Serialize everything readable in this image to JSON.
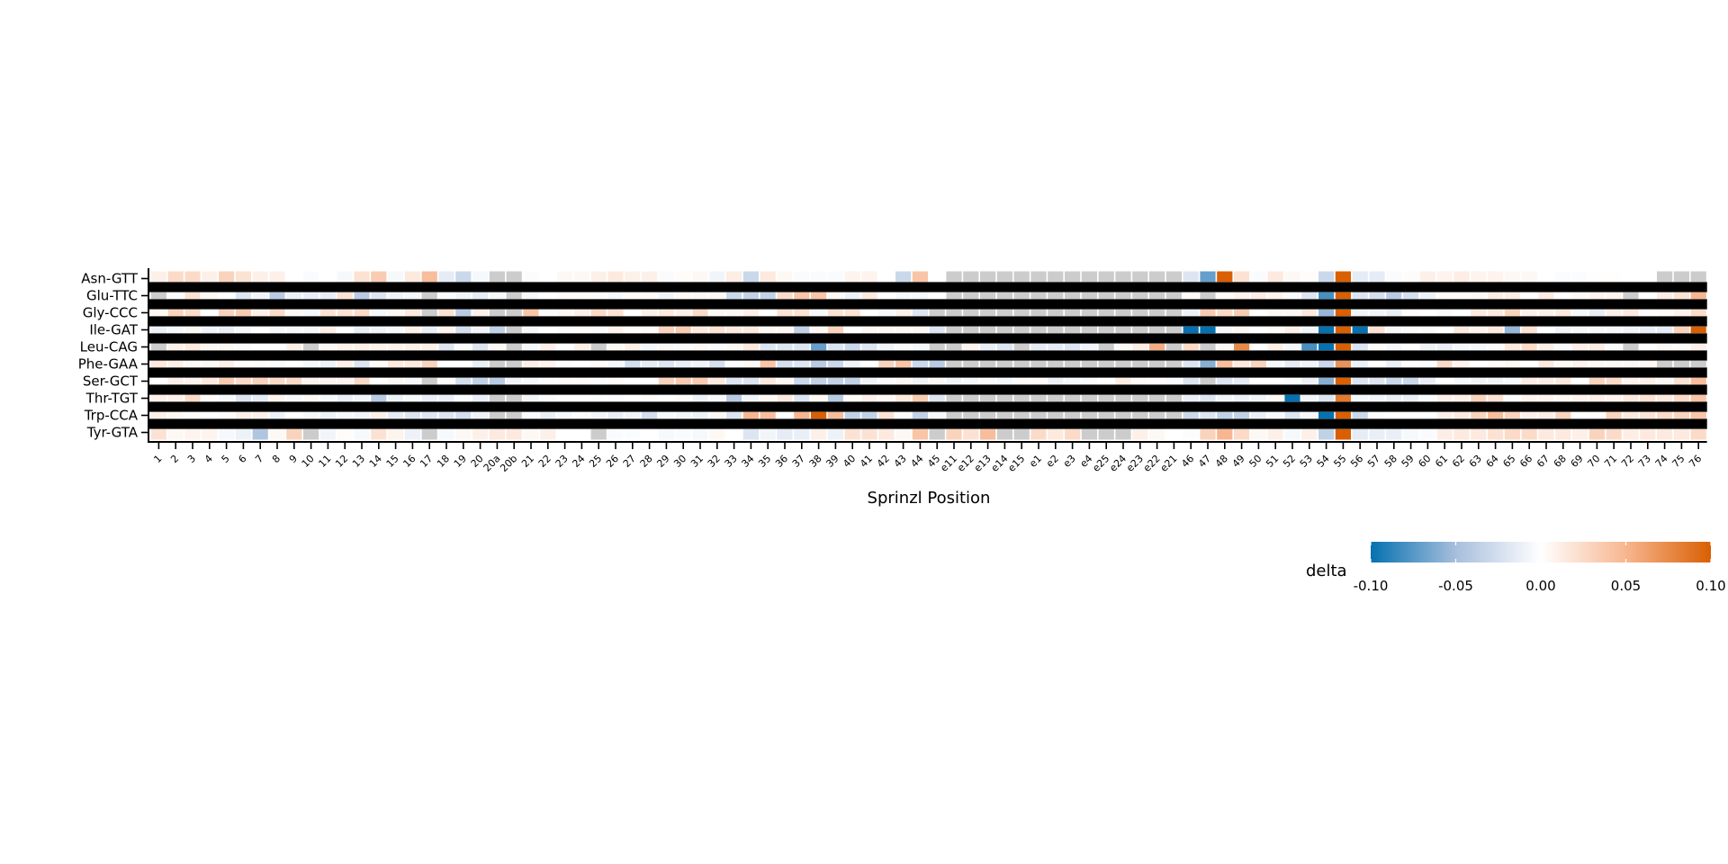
{
  "chart_data": {
    "type": "heatmap",
    "xlabel": "Sprinzl Position",
    "ylabel": "",
    "x": [
      "1",
      "2",
      "3",
      "4",
      "5",
      "6",
      "7",
      "8",
      "9",
      "10",
      "11",
      "12",
      "13",
      "14",
      "15",
      "16",
      "17",
      "18",
      "19",
      "20",
      "20a",
      "20b",
      "21",
      "22",
      "23",
      "24",
      "25",
      "26",
      "27",
      "28",
      "29",
      "30",
      "31",
      "32",
      "33",
      "34",
      "35",
      "36",
      "37",
      "38",
      "39",
      "40",
      "41",
      "42",
      "43",
      "44",
      "45",
      "e11",
      "e12",
      "e13",
      "e14",
      "e15",
      "e1",
      "e2",
      "e3",
      "e4",
      "e25",
      "e24",
      "e23",
      "e22",
      "e21",
      "46",
      "47",
      "48",
      "49",
      "50",
      "51",
      "52",
      "53",
      "54",
      "55",
      "56",
      "57",
      "58",
      "59",
      "60",
      "61",
      "62",
      "63",
      "64",
      "65",
      "66",
      "67",
      "68",
      "69",
      "70",
      "71",
      "72",
      "73",
      "74",
      "75",
      "76"
    ],
    "y": [
      "Asn-GTT",
      "Glu-TTC",
      "Gly-CCC",
      "Ile-GAT",
      "Leu-CAG",
      "Phe-GAA",
      "Ser-GCT",
      "Thr-TGT",
      "Trp-CCA",
      "Tyr-GTA"
    ],
    "values": [
      [
        0.01,
        0.025,
        0.025,
        0.01,
        0.03,
        0.02,
        0.01,
        0.01,
        0,
        -0.003,
        0,
        -0.005,
        0.02,
        0.035,
        -0.005,
        0.015,
        0.045,
        -0.015,
        -0.03,
        -0.005,
        null,
        null,
        -0.002,
        0,
        0.005,
        0.005,
        0.01,
        0.015,
        0.01,
        0.01,
        -0.003,
        0.003,
        0.005,
        -0.008,
        0.012,
        -0.03,
        0.015,
        0.005,
        -0.003,
        -0.003,
        -0.003,
        0.008,
        0.008,
        0,
        -0.03,
        0.04,
        0,
        null,
        null,
        null,
        null,
        null,
        null,
        null,
        null,
        null,
        null,
        null,
        null,
        null,
        null,
        -0.02,
        -0.07,
        0.1,
        0.02,
        -0.003,
        0.015,
        0.005,
        0.002,
        -0.03,
        0.1,
        -0.015,
        -0.015,
        -0.003,
        0.003,
        0.01,
        0.008,
        0.012,
        0.008,
        0.008,
        0.005,
        0.005,
        0,
        -0.002,
        -0.002,
        0.001,
        0.001,
        0,
        0,
        null,
        null,
        null
      ],
      [
        null,
        -0.003,
        0.02,
        0.005,
        0,
        -0.02,
        -0.008,
        -0.04,
        -0.01,
        -0.012,
        -0.012,
        0.02,
        -0.04,
        -0.02,
        -0.008,
        -0.005,
        null,
        -0.003,
        -0.008,
        -0.015,
        -0.005,
        null,
        -0.005,
        0,
        0.003,
        0.003,
        -0.003,
        -0.005,
        0.003,
        0.003,
        -0.008,
        0.005,
        0.005,
        0.005,
        -0.03,
        -0.035,
        -0.035,
        0.025,
        0.04,
        0.04,
        0.005,
        -0.01,
        0.015,
        0,
        -0.005,
        -0.005,
        0,
        null,
        null,
        null,
        null,
        null,
        null,
        null,
        null,
        null,
        null,
        null,
        null,
        null,
        null,
        0.003,
        null,
        0.003,
        0.008,
        0.012,
        0.008,
        -0.003,
        -0.02,
        -0.08,
        0.1,
        -0.02,
        -0.025,
        -0.04,
        -0.025,
        -0.01,
        0.003,
        0.003,
        0.005,
        0.012,
        0.012,
        0,
        0.012,
        0,
        0.005,
        0.008,
        0.008,
        null,
        0,
        0.012,
        0.02,
        0.05
      ],
      [
        0.005,
        0.03,
        0.025,
        0,
        0.03,
        0.035,
        0.01,
        0.025,
        0.005,
        -0.005,
        0.02,
        0.02,
        0.025,
        -0.005,
        0.005,
        0.015,
        null,
        0.02,
        -0.04,
        0.01,
        null,
        null,
        0.04,
        -0.002,
        0.005,
        0.01,
        0.025,
        0.02,
        0,
        0.01,
        0.015,
        0.01,
        0.025,
        0.005,
        0.005,
        0.01,
        0,
        0.02,
        0.02,
        -0.005,
        0.02,
        0.02,
        0,
        -0.005,
        0.01,
        -0.02,
        null,
        null,
        null,
        null,
        null,
        null,
        null,
        null,
        null,
        null,
        null,
        null,
        null,
        null,
        null,
        -0.01,
        0.035,
        0.025,
        0.035,
        0,
        0.005,
        0.005,
        0.015,
        -0.055,
        0.1,
        -0.008,
        -0.008,
        -0.012,
        0.002,
        0,
        -0.003,
        0,
        0.015,
        0.015,
        0.03,
        0.01,
        0.01,
        0.015,
        -0.005,
        -0.012,
        0.01,
        0.015,
        0.002,
        0.003,
        0.008,
        0.025
      ],
      [
        -0.01,
        -0.005,
        0.005,
        -0.008,
        -0.012,
        -0.005,
        0,
        -0.005,
        -0.005,
        -0.005,
        0.01,
        0,
        -0.012,
        -0.008,
        -0.005,
        0.01,
        -0.012,
        0.008,
        -0.025,
        -0.008,
        -0.035,
        null,
        -0.005,
        0,
        -0.002,
        0.003,
        -0.003,
        0.008,
        0.003,
        0.003,
        0.03,
        0.035,
        0.015,
        0.02,
        0.015,
        0.015,
        0.005,
        0.005,
        -0.035,
        0.005,
        0.03,
        0,
        0.005,
        0.005,
        0.005,
        0.005,
        -0.02,
        null,
        null,
        null,
        null,
        null,
        null,
        null,
        null,
        null,
        null,
        null,
        null,
        null,
        null,
        -0.1,
        -0.1,
        -0.005,
        0.005,
        0,
        0.003,
        0.01,
        -0.008,
        -0.1,
        0.1,
        -0.1,
        0.02,
        -0.005,
        -0.003,
        -0.003,
        0,
        0.015,
        0.008,
        0.015,
        -0.055,
        0.02,
        0,
        -0.008,
        -0.005,
        -0.005,
        -0.005,
        -0.008,
        -0.012,
        -0.015,
        0.03,
        0.1
      ],
      [
        null,
        0.01,
        0.015,
        0.005,
        0.005,
        -0.003,
        0,
        0,
        0.01,
        null,
        0.005,
        0.008,
        0.01,
        0.008,
        0.008,
        0.01,
        0.01,
        -0.02,
        -0.003,
        -0.02,
        0.005,
        null,
        -0.005,
        0.01,
        0,
        0.01,
        null,
        0.005,
        0.01,
        -0.005,
        0.005,
        -0.003,
        0.005,
        -0.003,
        0.005,
        0.015,
        -0.02,
        -0.02,
        -0.02,
        -0.07,
        -0.02,
        -0.03,
        -0.02,
        -0.008,
        -0.003,
        -0.005,
        null,
        null,
        0.008,
        -0.012,
        -0.02,
        null,
        -0.015,
        -0.015,
        -0.02,
        -0.008,
        null,
        0.005,
        0.012,
        0.055,
        null,
        0.025,
        null,
        0.005,
        0.075,
        0,
        0.01,
        -0.005,
        -0.08,
        -0.1,
        0.1,
        -0.02,
        0.003,
        -0.005,
        0,
        -0.01,
        -0.012,
        -0.005,
        -0.005,
        -0.003,
        0.015,
        0.025,
        0.01,
        -0.003,
        0.01,
        0.012,
        -0.003,
        null,
        0,
        0.005,
        0.003,
        0.01
      ],
      [
        0.015,
        0.01,
        0.005,
        0.005,
        0.01,
        0.003,
        0.003,
        -0.003,
        0,
        -0.005,
        -0.01,
        0.01,
        -0.02,
        0.003,
        0.015,
        0.015,
        0.03,
        0,
        0,
        -0.012,
        null,
        null,
        0.01,
        0.008,
        -0.002,
        0,
        0.003,
        -0.005,
        -0.025,
        -0.015,
        -0.02,
        -0.012,
        -0.008,
        -0.025,
        -0.003,
        0.005,
        0.04,
        -0.025,
        -0.02,
        -0.04,
        -0.03,
        -0.008,
        0,
        0.03,
        0.04,
        -0.03,
        -0.04,
        null,
        null,
        null,
        null,
        null,
        null,
        null,
        null,
        null,
        null,
        null,
        null,
        null,
        null,
        -0.02,
        -0.06,
        0.045,
        0.015,
        0.03,
        -0.005,
        -0.015,
        -0.008,
        -0.03,
        0.07,
        -0.01,
        0,
        -0.01,
        0.002,
        -0.003,
        0.025,
        0.008,
        0,
        0.003,
        0.005,
        0,
        0.015,
        0.005,
        0.008,
        0.005,
        0.005,
        0.005,
        0.005,
        null,
        null,
        null
      ],
      [
        0,
        0.01,
        0.008,
        0.015,
        0.035,
        0.025,
        0.03,
        0.025,
        0.025,
        0.008,
        0.008,
        0.008,
        0.025,
        0,
        0.005,
        -0.005,
        null,
        0.003,
        -0.025,
        -0.035,
        -0.04,
        -0.008,
        -0.005,
        -0.002,
        0.003,
        0.003,
        -0.002,
        0.003,
        0,
        0,
        0.03,
        0.035,
        0.035,
        0.015,
        -0.02,
        -0.02,
        0.015,
        0.005,
        -0.03,
        -0.035,
        -0.035,
        -0.035,
        -0.008,
        -0.003,
        0.005,
        -0.008,
        0.005,
        -0.008,
        -0.005,
        -0.003,
        -0.005,
        0.003,
        0.003,
        -0.01,
        -0.005,
        -0.003,
        0,
        0.012,
        0.003,
        0.002,
        -0.003,
        -0.02,
        null,
        -0.02,
        -0.015,
        0,
        0,
        -0.003,
        -0.01,
        -0.06,
        0.1,
        -0.02,
        -0.02,
        -0.03,
        -0.03,
        -0.012,
        0,
        -0.005,
        -0.008,
        -0.008,
        -0.005,
        0.012,
        0.012,
        0.015,
        0,
        0.03,
        0.025,
        0.008,
        0.01,
        0.005,
        0.02,
        0.045
      ],
      [
        0.01,
        0.01,
        0.025,
        0.003,
        -0.005,
        -0.02,
        -0.015,
        0.008,
        -0.005,
        0.005,
        -0.005,
        -0.012,
        -0.008,
        -0.04,
        -0.01,
        -0.005,
        -0.012,
        -0.012,
        -0.003,
        -0.012,
        null,
        null,
        -0.008,
        -0.003,
        0,
        0,
        -0.002,
        -0.003,
        0,
        0.003,
        0,
        0.003,
        -0.01,
        -0.005,
        -0.04,
        -0.008,
        0.005,
        0.015,
        -0.02,
        0.005,
        -0.04,
        0.003,
        0.01,
        0.005,
        0.015,
        0.035,
        -0.02,
        null,
        null,
        null,
        null,
        null,
        null,
        null,
        null,
        null,
        null,
        null,
        null,
        null,
        null,
        -0.012,
        -0.02,
        -0.008,
        -0.01,
        -0.008,
        0.005,
        -0.1,
        -0.008,
        -0.02,
        0.085,
        -0.005,
        -0.008,
        -0.012,
        -0.012,
        -0.003,
        0.01,
        0.01,
        0.03,
        0.02,
        -0.003,
        0.008,
        0.008,
        0.005,
        0.008,
        0.01,
        0.008,
        0.015,
        0.02,
        0.015,
        0.025,
        0.04
      ],
      [
        0.01,
        0.005,
        0.003,
        0,
        0.003,
        0.01,
        0.01,
        -0.01,
        0,
        -0.005,
        -0.01,
        -0.005,
        -0.008,
        0.01,
        -0.015,
        -0.02,
        -0.02,
        -0.02,
        -0.025,
        -0.01,
        null,
        null,
        -0.003,
        -0.012,
        -0.005,
        -0.003,
        -0.008,
        -0.012,
        -0.008,
        -0.025,
        -0.005,
        -0.008,
        -0.01,
        0.005,
        -0.02,
        0.05,
        0.045,
        0,
        0.05,
        0.1,
        0.045,
        -0.035,
        -0.035,
        0.02,
        -0.003,
        -0.035,
        -0.005,
        null,
        null,
        null,
        null,
        null,
        null,
        null,
        null,
        null,
        null,
        null,
        null,
        null,
        null,
        -0.03,
        -0.02,
        -0.035,
        -0.035,
        -0.012,
        -0.005,
        -0.02,
        -0.005,
        -0.1,
        0.1,
        -0.03,
        -0.002,
        0,
        0,
        0,
        0.01,
        0.015,
        0.03,
        0.045,
        0.03,
        0.01,
        0.012,
        0.03,
        0,
        0.002,
        0.03,
        0.015,
        0.02,
        0.025,
        0.03,
        0.04
      ],
      [
        0.02,
        0.005,
        0.008,
        0.008,
        -0.005,
        -0.01,
        -0.045,
        0.005,
        0.03,
        null,
        -0.008,
        0.003,
        -0.005,
        0.02,
        0.008,
        -0.01,
        null,
        -0.005,
        0.005,
        0.01,
        0.015,
        0.015,
        0.005,
        0.01,
        0,
        0,
        null,
        -0.003,
        -0.002,
        0,
        -0.005,
        -0.003,
        -0.005,
        0.005,
        0,
        -0.02,
        -0.008,
        -0.015,
        -0.012,
        0.01,
        -0.01,
        0.02,
        0.02,
        0.015,
        0.005,
        0.04,
        null,
        0.03,
        0.02,
        0.045,
        null,
        null,
        0.025,
        0.015,
        0.025,
        null,
        null,
        null,
        0.01,
        0.005,
        0,
        -0.002,
        0.03,
        0.05,
        0.025,
        0.005,
        0.01,
        -0.005,
        0.01,
        -0.035,
        0.1,
        -0.015,
        -0.012,
        -0.012,
        -0.005,
        -0.003,
        0.012,
        0.015,
        0.015,
        0.02,
        0.025,
        0.025,
        0.015,
        0.015,
        0.01,
        0.03,
        0.025,
        0.012,
        0.015,
        0.015,
        0.015,
        0.025
      ]
    ],
    "missing_color": "#cccccc",
    "colorbar": {
      "title": "delta",
      "range": [
        -0.1,
        0.1
      ],
      "ticks": [
        "-0.10",
        "-0.05",
        "0.00",
        "0.05",
        "0.10"
      ],
      "tick_values": [
        -0.1,
        -0.05,
        0,
        0.05,
        0.1
      ],
      "colors": [
        "#0571b0",
        "#a7bedd",
        "#ffffff",
        "#f7b690",
        "#d95f02"
      ],
      "placement": "bottom-right"
    },
    "row_separators": "black",
    "grid": false
  }
}
